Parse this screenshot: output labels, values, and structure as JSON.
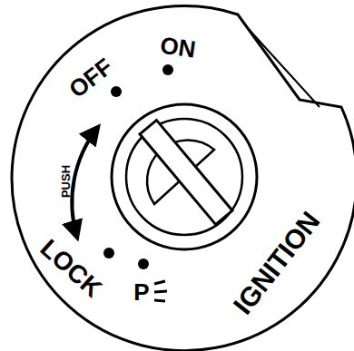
{
  "diagram": {
    "labels": [
      "OFF",
      "ON",
      "PUSH",
      "LOCK",
      "P",
      "IGNITION"
    ]
  }
}
